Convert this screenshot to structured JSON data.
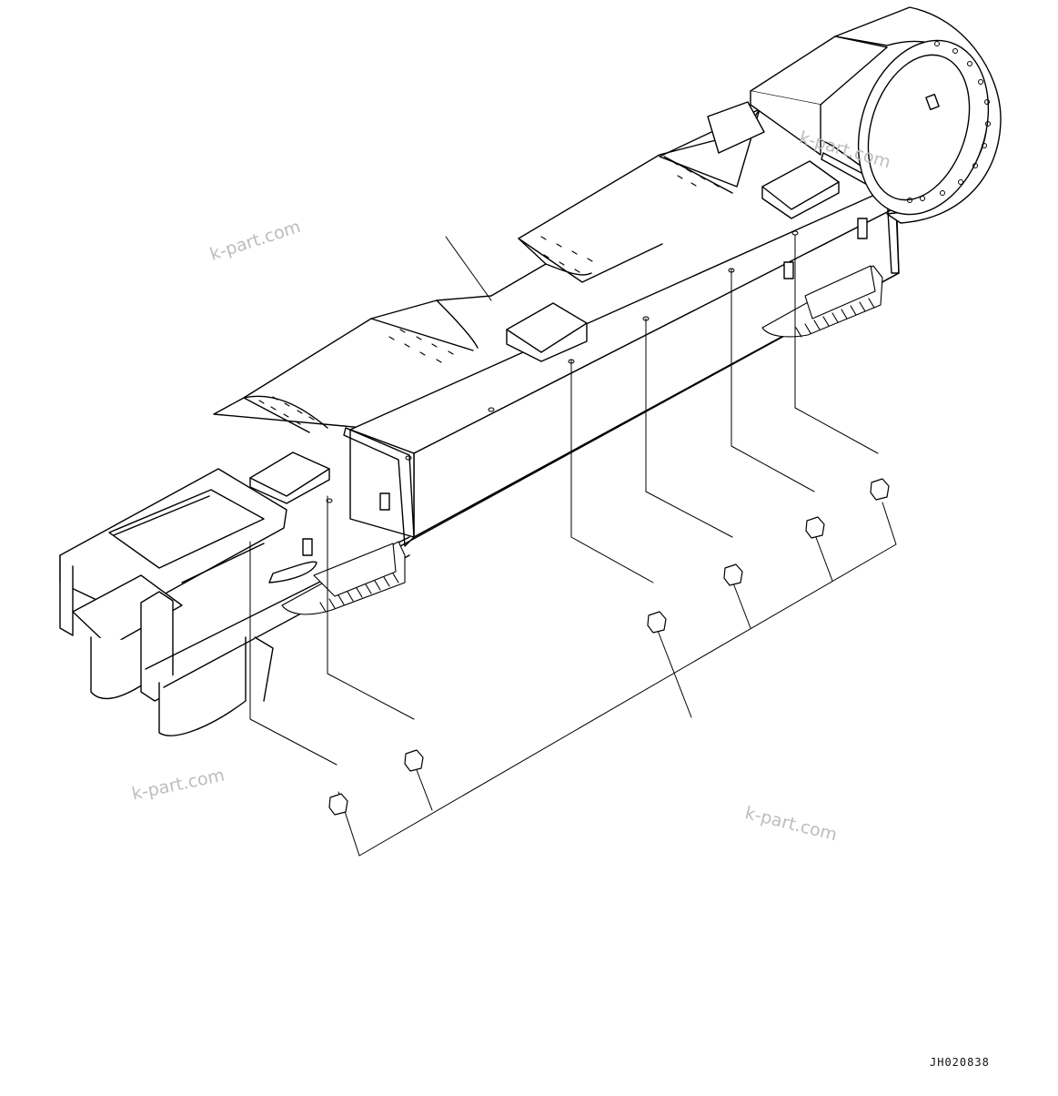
{
  "drawing": {
    "code": "JH020838",
    "watermarks": [
      "k-part.com",
      "k-part.com",
      "k-part.com",
      "k-part.com"
    ],
    "line_color": "#000000",
    "watermark_color": "#bdbdbd"
  }
}
